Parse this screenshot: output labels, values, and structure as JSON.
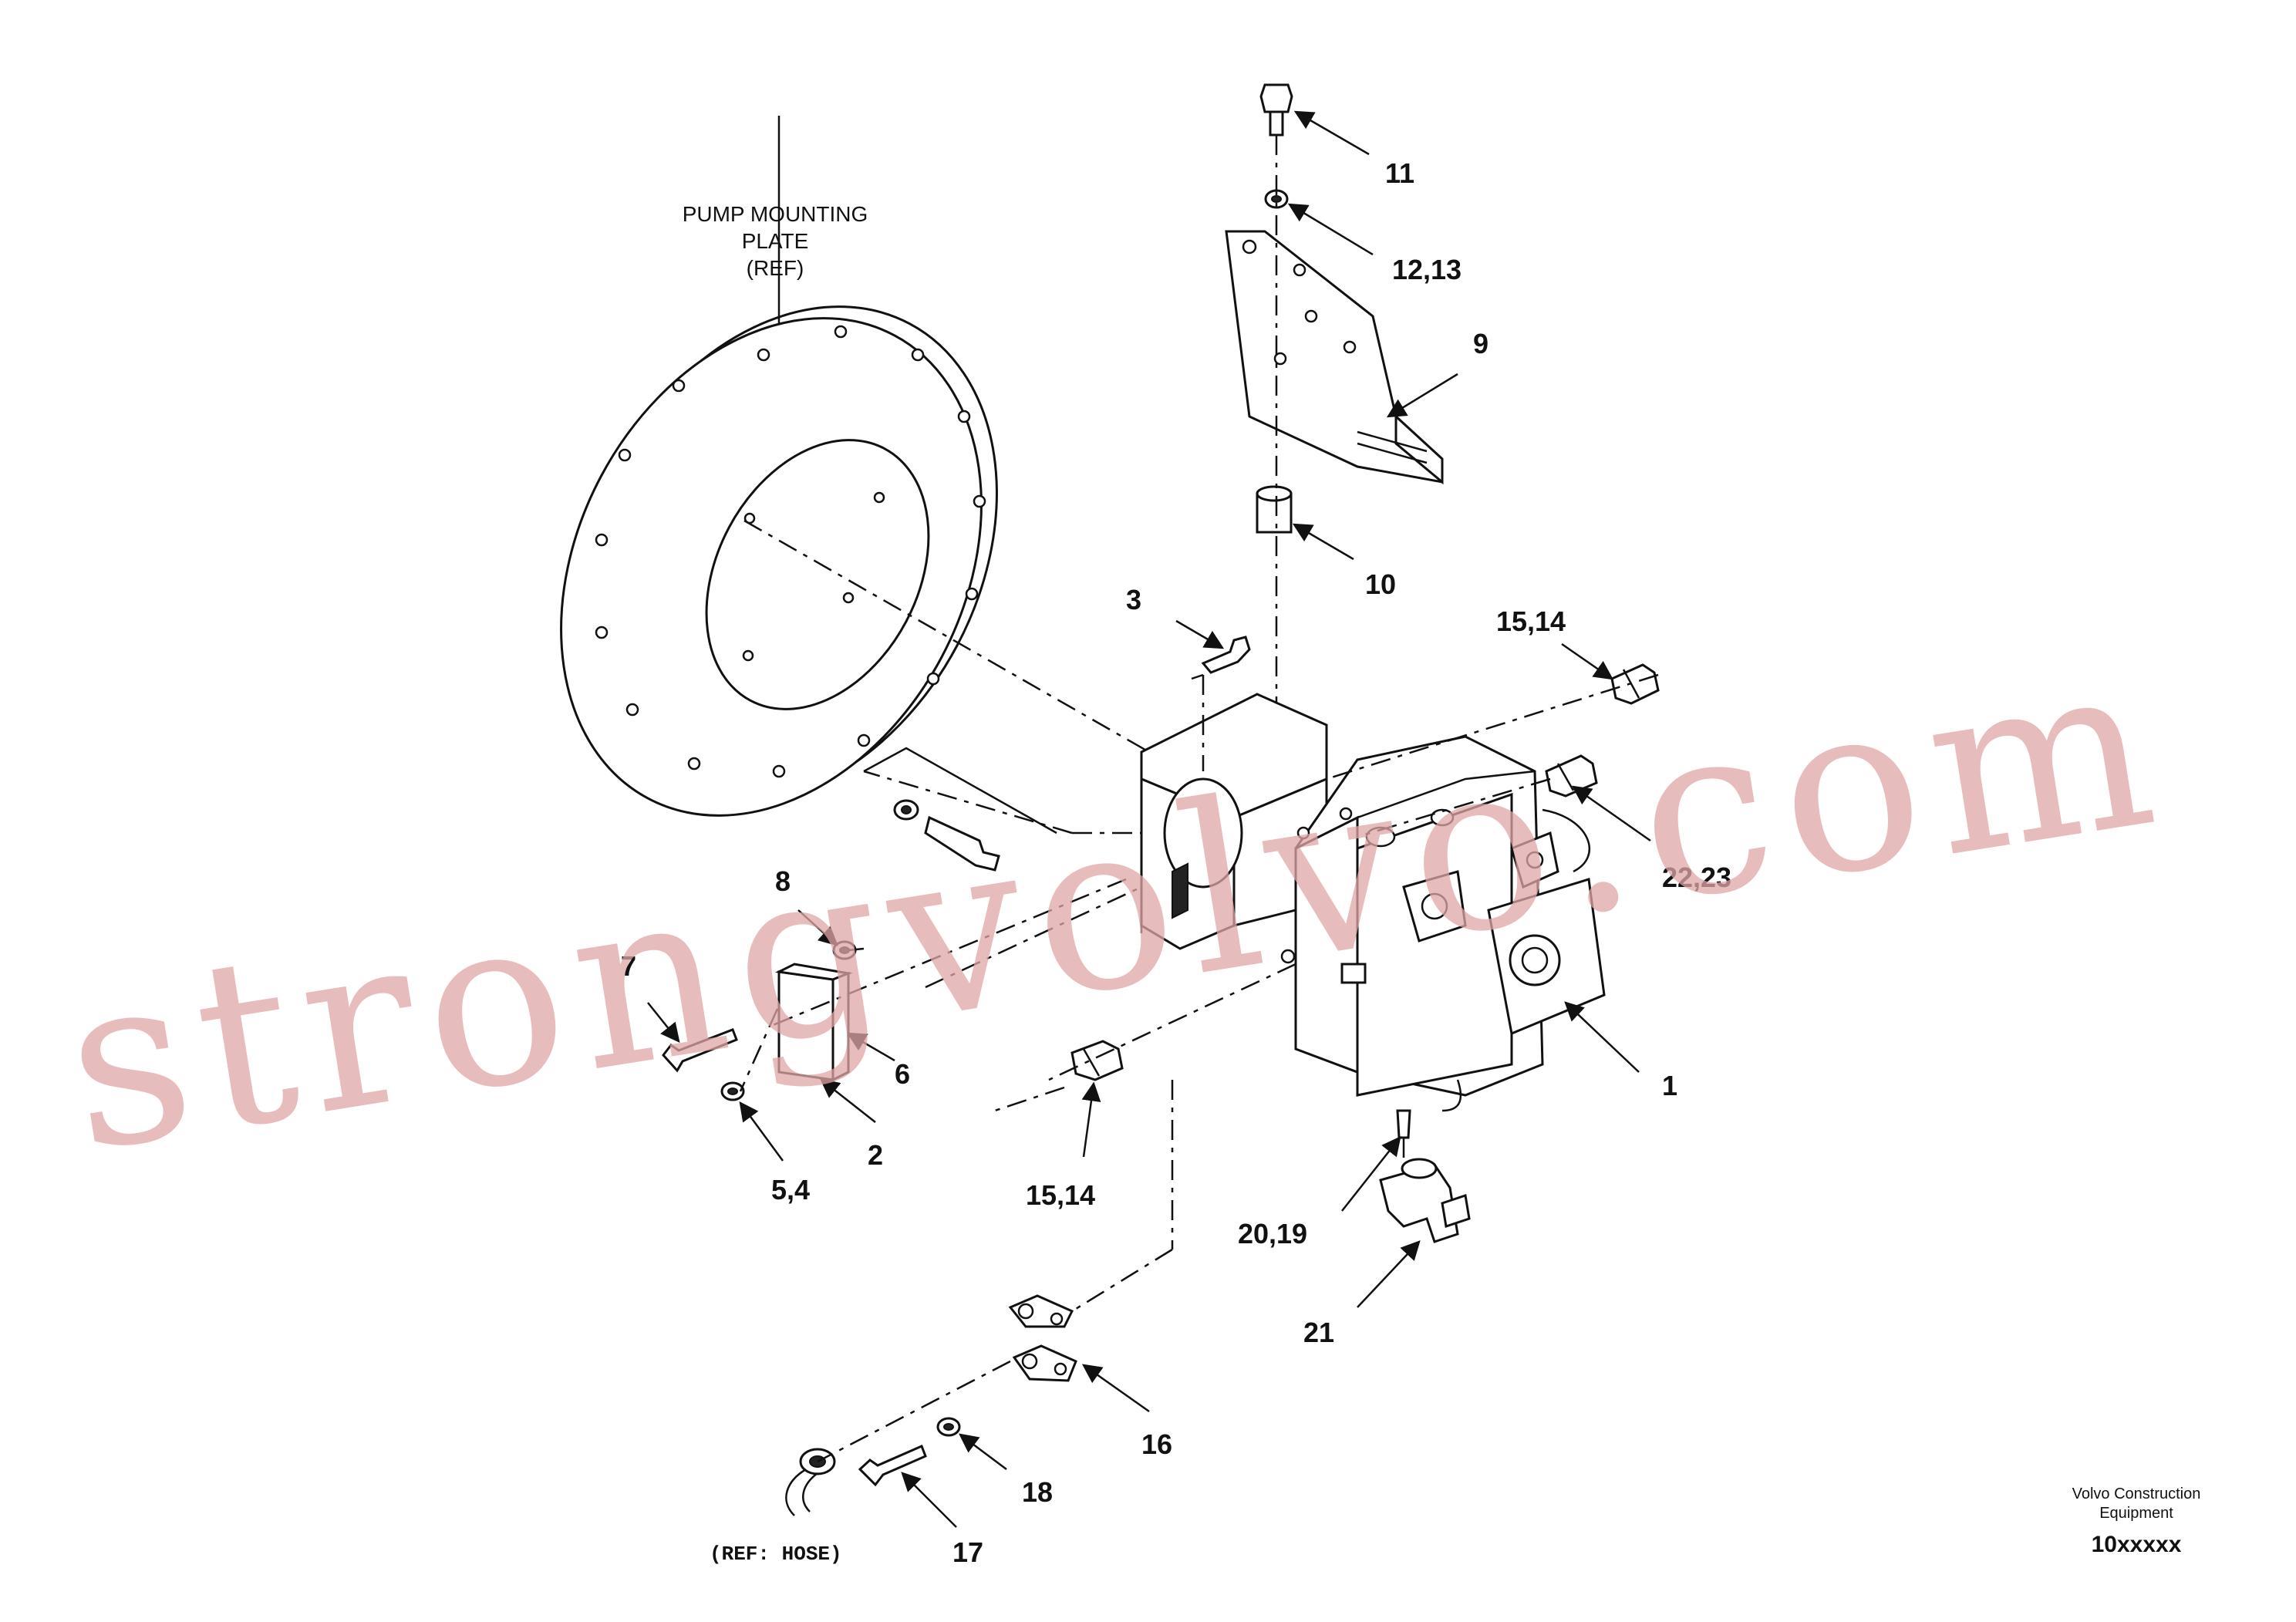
{
  "title": "",
  "reference_labels": {
    "pump_mounting_plate": [
      "PUMP MOUNTING",
      "PLATE",
      "(REF)"
    ],
    "hose": "(REF: HOSE)"
  },
  "callouts": [
    {
      "id": "c1",
      "text": "1"
    },
    {
      "id": "c2",
      "text": "2"
    },
    {
      "id": "c3",
      "text": "3"
    },
    {
      "id": "c54",
      "text": "5,4"
    },
    {
      "id": "c6",
      "text": "6"
    },
    {
      "id": "c7",
      "text": "7"
    },
    {
      "id": "c8",
      "text": "8"
    },
    {
      "id": "c9",
      "text": "9"
    },
    {
      "id": "c10",
      "text": "10"
    },
    {
      "id": "c11",
      "text": "11"
    },
    {
      "id": "c1213",
      "text": "12,13"
    },
    {
      "id": "c1514a",
      "text": "15,14"
    },
    {
      "id": "c1514b",
      "text": "15,14"
    },
    {
      "id": "c16",
      "text": "16"
    },
    {
      "id": "c17",
      "text": "17"
    },
    {
      "id": "c18",
      "text": "18"
    },
    {
      "id": "c2019",
      "text": "20,19"
    },
    {
      "id": "c21",
      "text": "21"
    },
    {
      "id": "c2223",
      "text": "22,23"
    }
  ],
  "footer": {
    "company_line1": "Volvo Construction",
    "company_line2": "Equipment",
    "drawing_code": "10xxxxx"
  },
  "watermark": "strongvolvo.com"
}
